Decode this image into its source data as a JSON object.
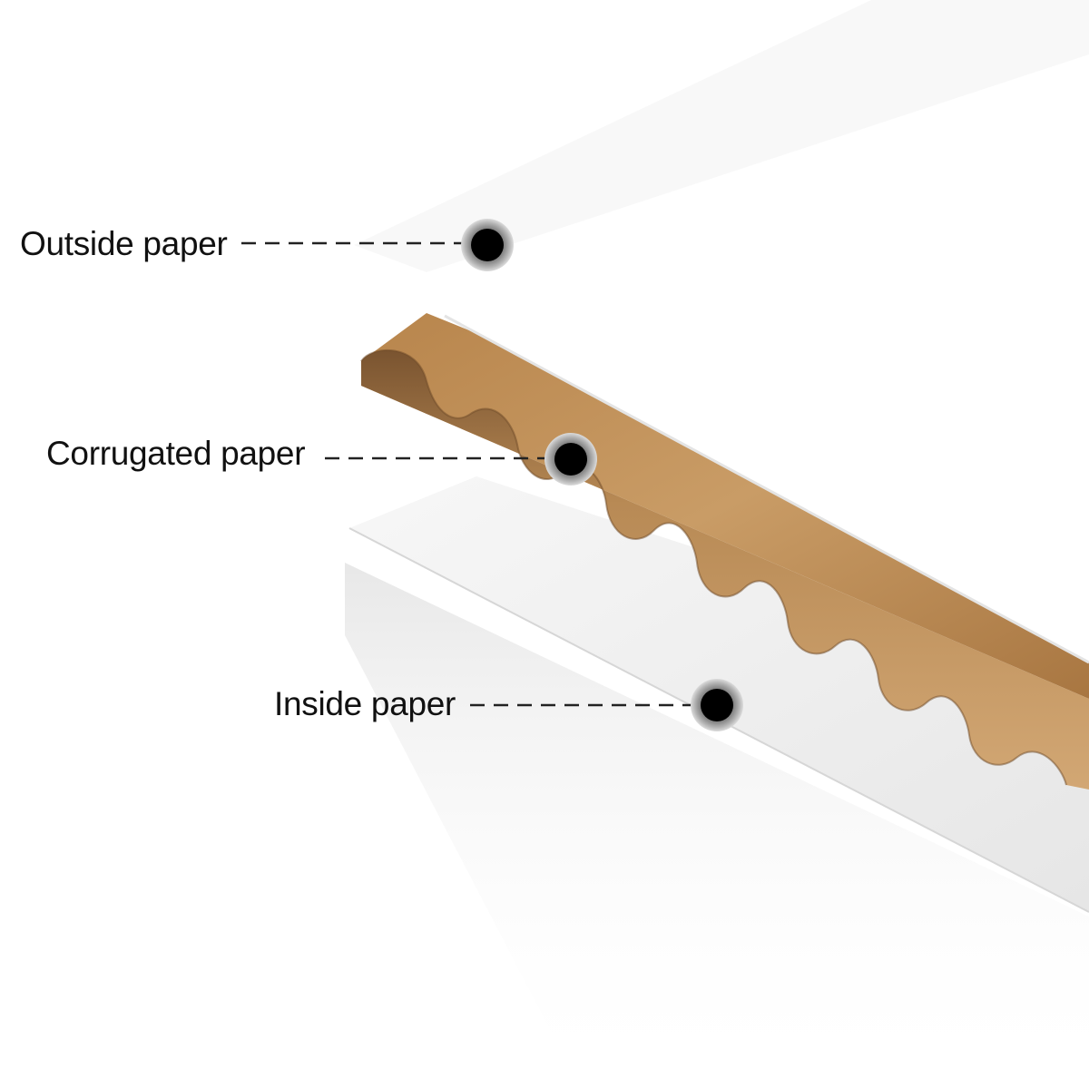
{
  "labels": {
    "outside": "Outside paper",
    "corrugated": "Corrugated paper",
    "inside": "Inside paper"
  },
  "colors": {
    "outside_sheet": "#ffffff",
    "kraft": "#c89a63",
    "kraft_dark": "#8a6238",
    "inside_sheet": "#f3f3f3",
    "marker_ring": "#9a9a9a",
    "marker_dot": "#000000",
    "leader": "#222222"
  }
}
